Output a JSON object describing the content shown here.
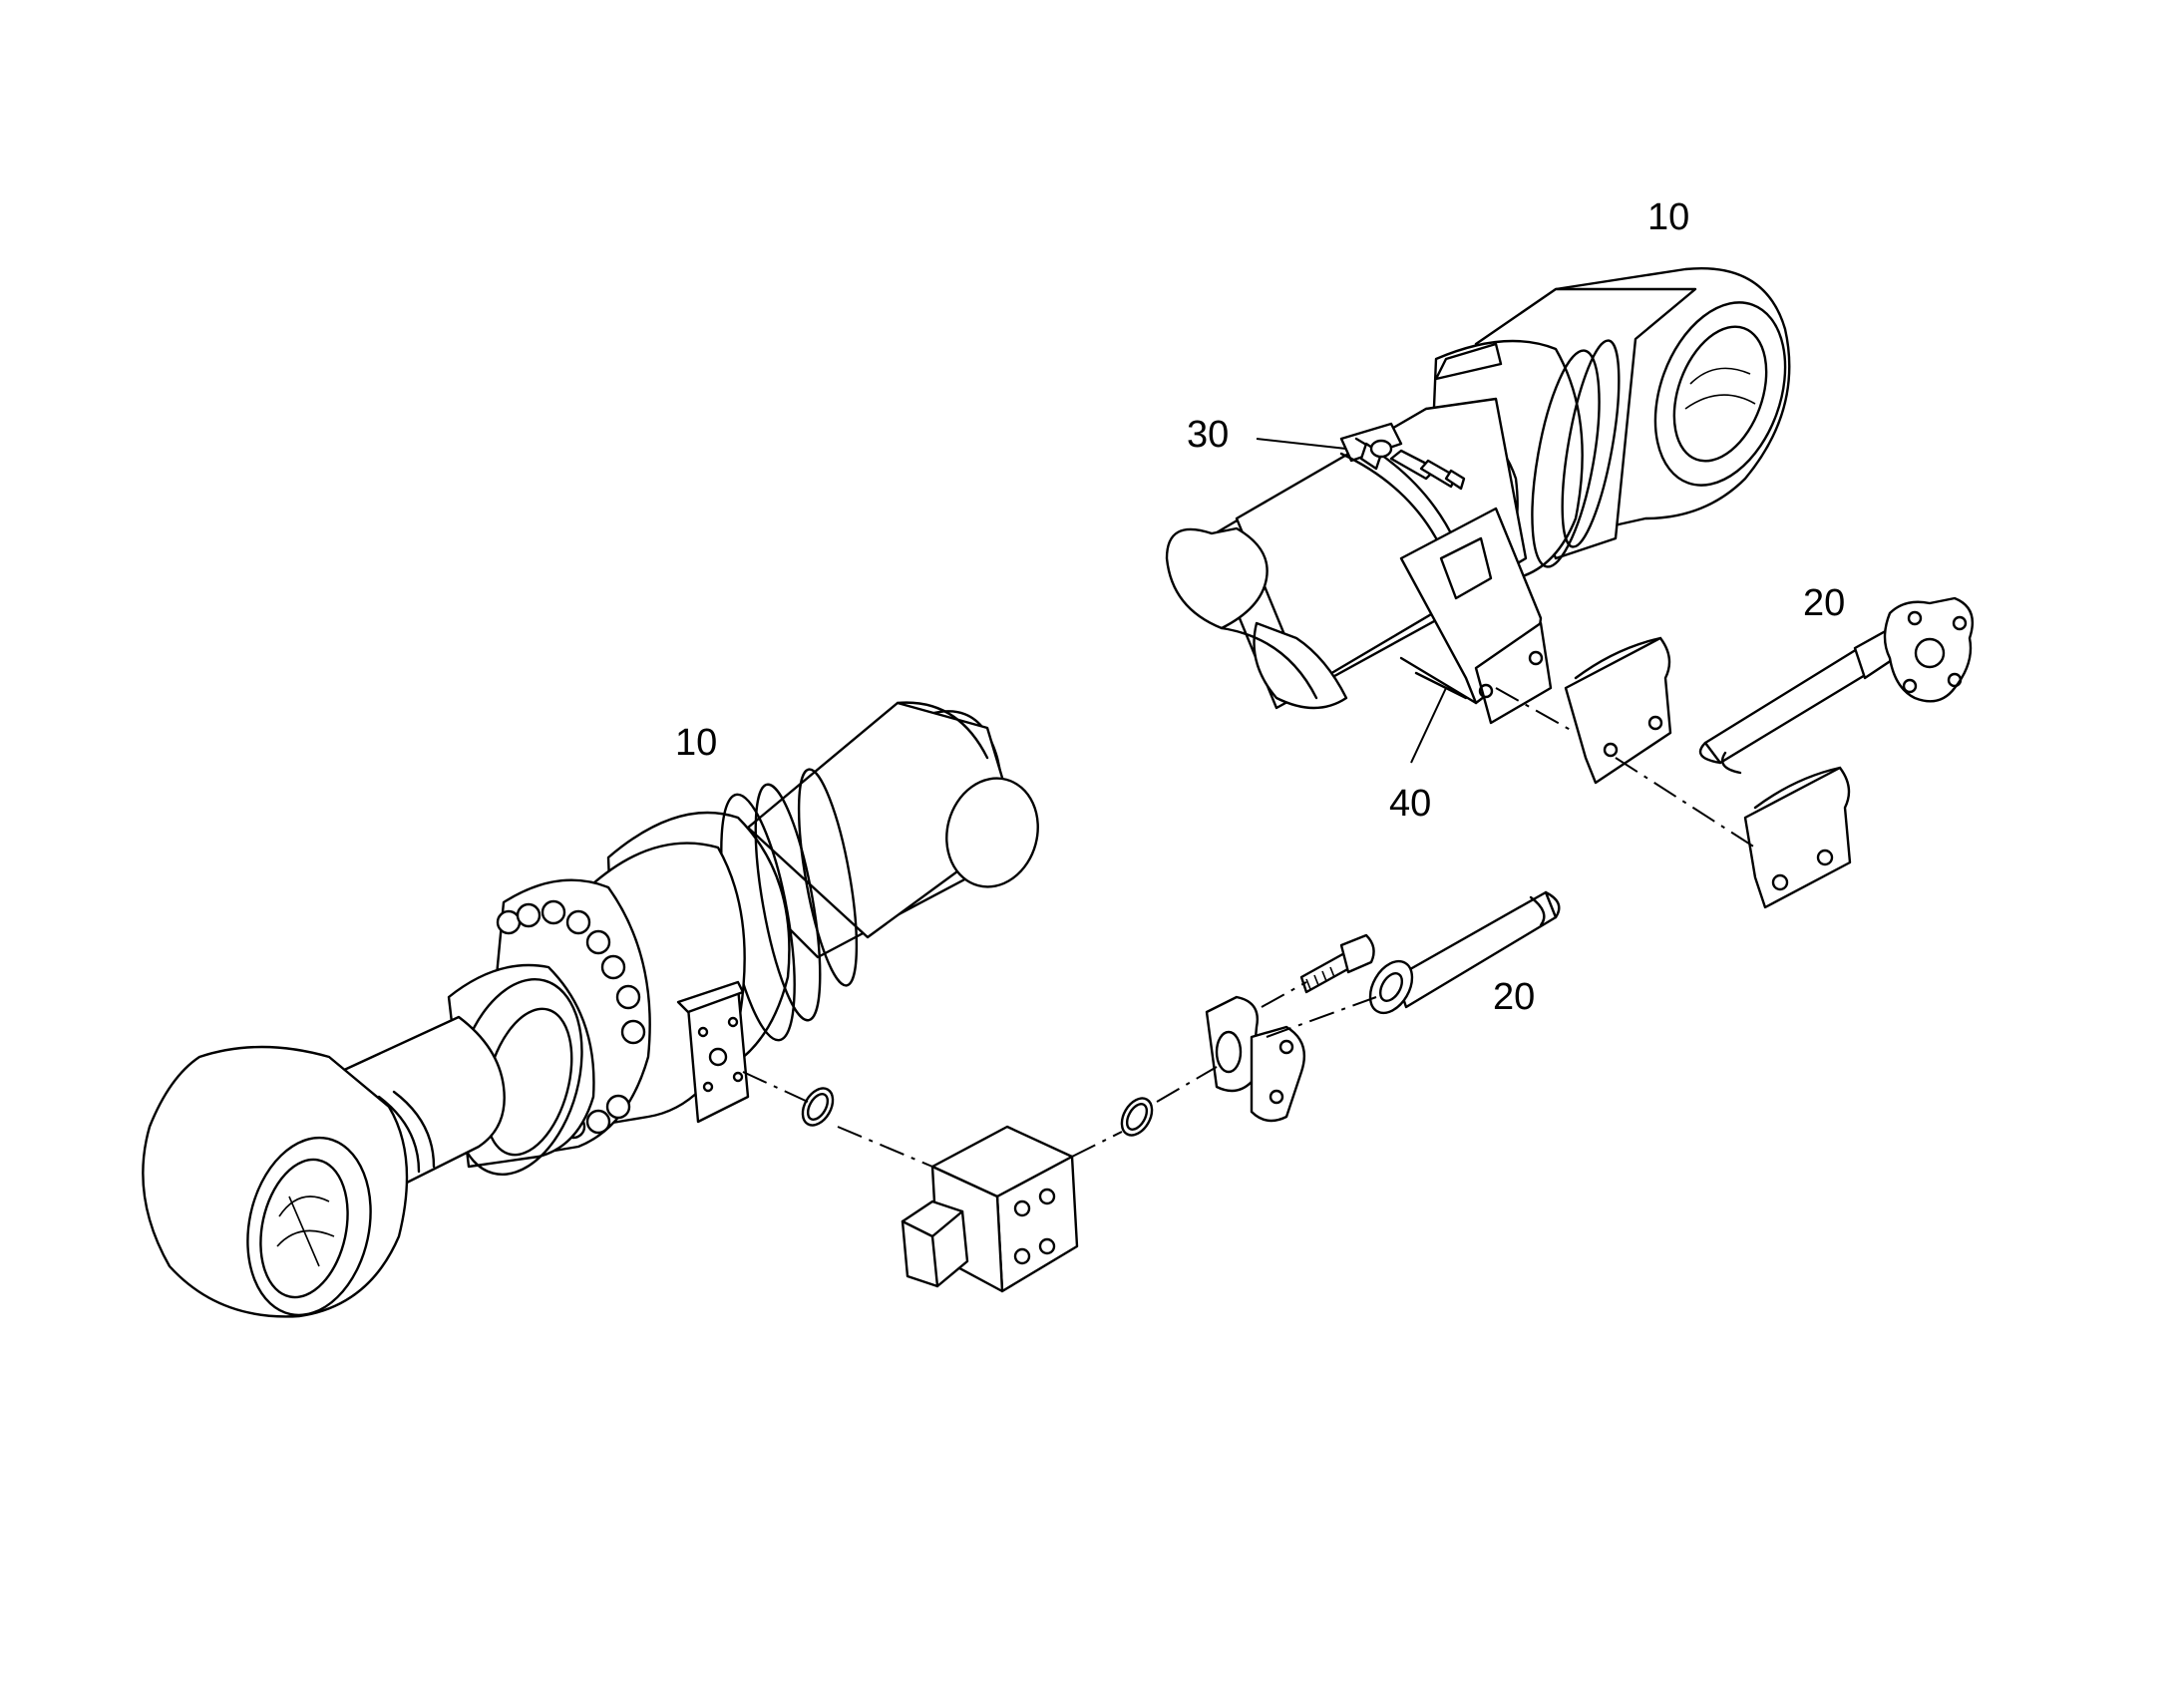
{
  "callouts": {
    "cylinder_top": "10",
    "cylinder_bottom": "10",
    "clamp": "30",
    "bracket": "40",
    "pipe_top": "20",
    "pipe_bottom": "20"
  }
}
